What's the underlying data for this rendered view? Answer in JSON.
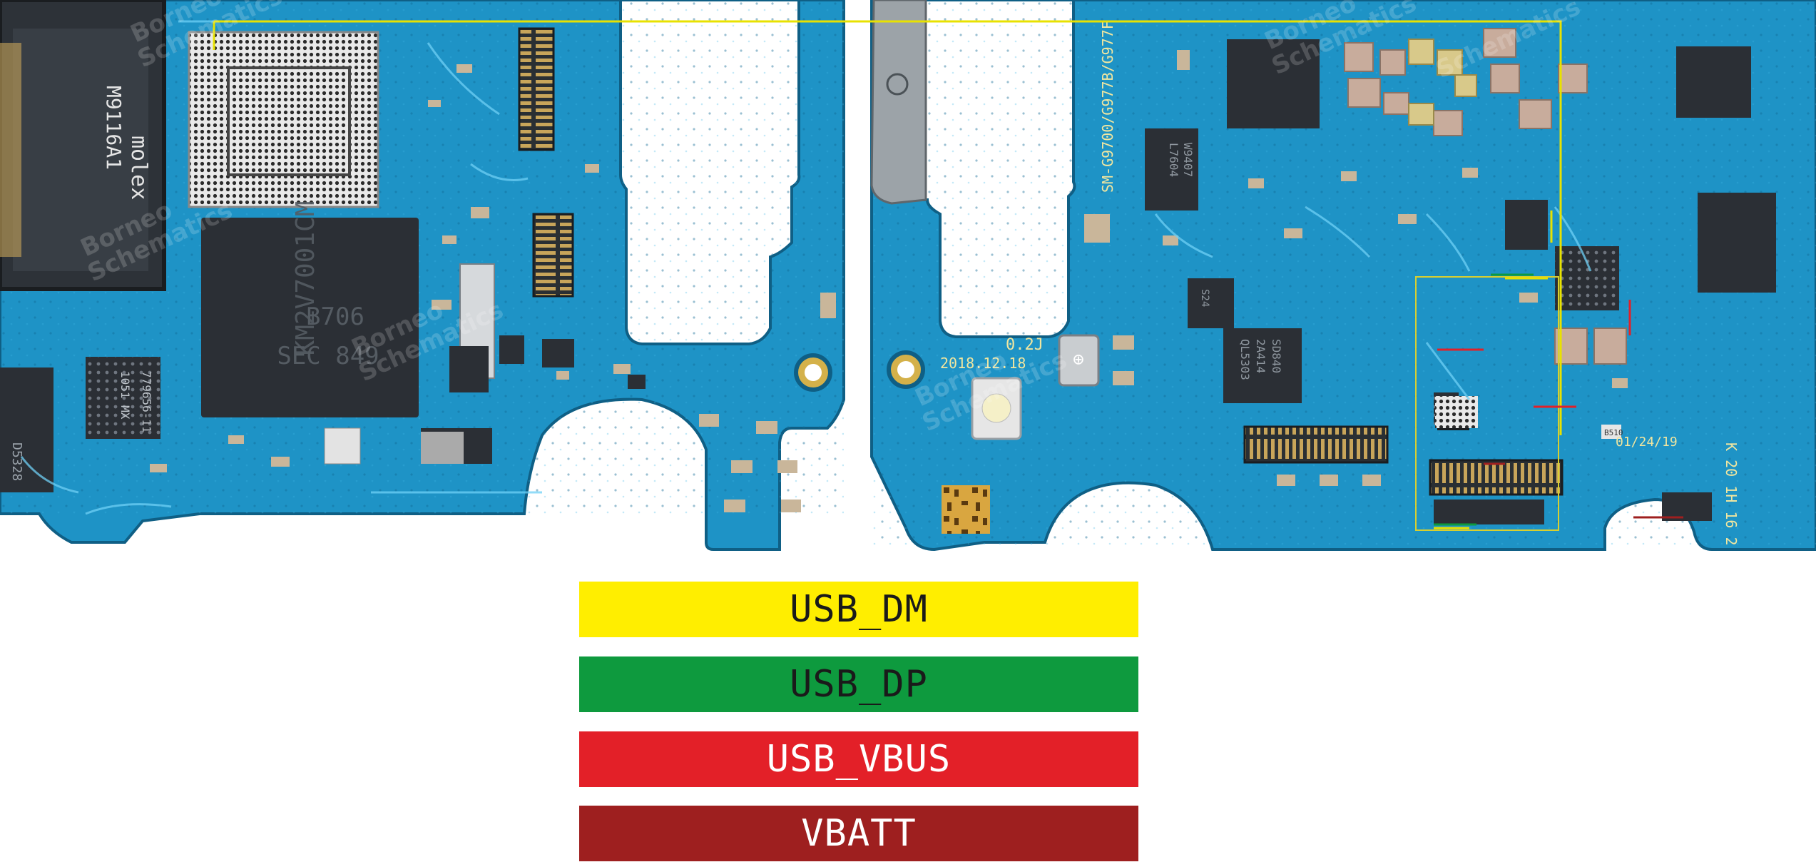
{
  "legend": [
    {
      "label": "USB_DM",
      "color": "#FFEE00",
      "text_color": "#1a1a1a"
    },
    {
      "label": "USB_DP",
      "color": "#0E9A3E",
      "text_color": "#1a1a1a"
    },
    {
      "label": "USB_VBUS",
      "color": "#E32028",
      "text_color": "#ffffff"
    },
    {
      "label": "VBATT",
      "color": "#9E1F1F",
      "text_color": "#ffffff"
    }
  ],
  "board_colors": {
    "pcb": "#1E93C6",
    "pcb_dark": "#157AA8",
    "pcb_edge": "#0F5F85",
    "chip": "#2B2F35",
    "shield": "#9CA3A8",
    "pad": "#D8D3C2"
  },
  "silkscreen": {
    "left_connector": "M9116A1",
    "left_brand": "molex",
    "memory_chip_1": "KM2V7001CM",
    "memory_chip_2": "B706",
    "memory_chip_3": "SEC 849",
    "small_chip_1": "D5328",
    "small_chip_2": "1051 MX",
    "small_chip_3": "779656-11",
    "board_version": "0.2J",
    "board_date": "2018.12.18",
    "board_model": "SM-G9700/G977B/G977F",
    "right_chip_1": "L7604",
    "right_chip_2": "W9407",
    "right_chip_3": "QL5303",
    "right_chip_4": "2A414",
    "right_chip_5": "SD840",
    "right_chip_6": "S24",
    "right_code_1": "01/24/19",
    "right_code_2": "B510",
    "right_code_3": "K 20 1H 16 2"
  },
  "watermark": [
    "Borneo",
    "Schematics"
  ]
}
